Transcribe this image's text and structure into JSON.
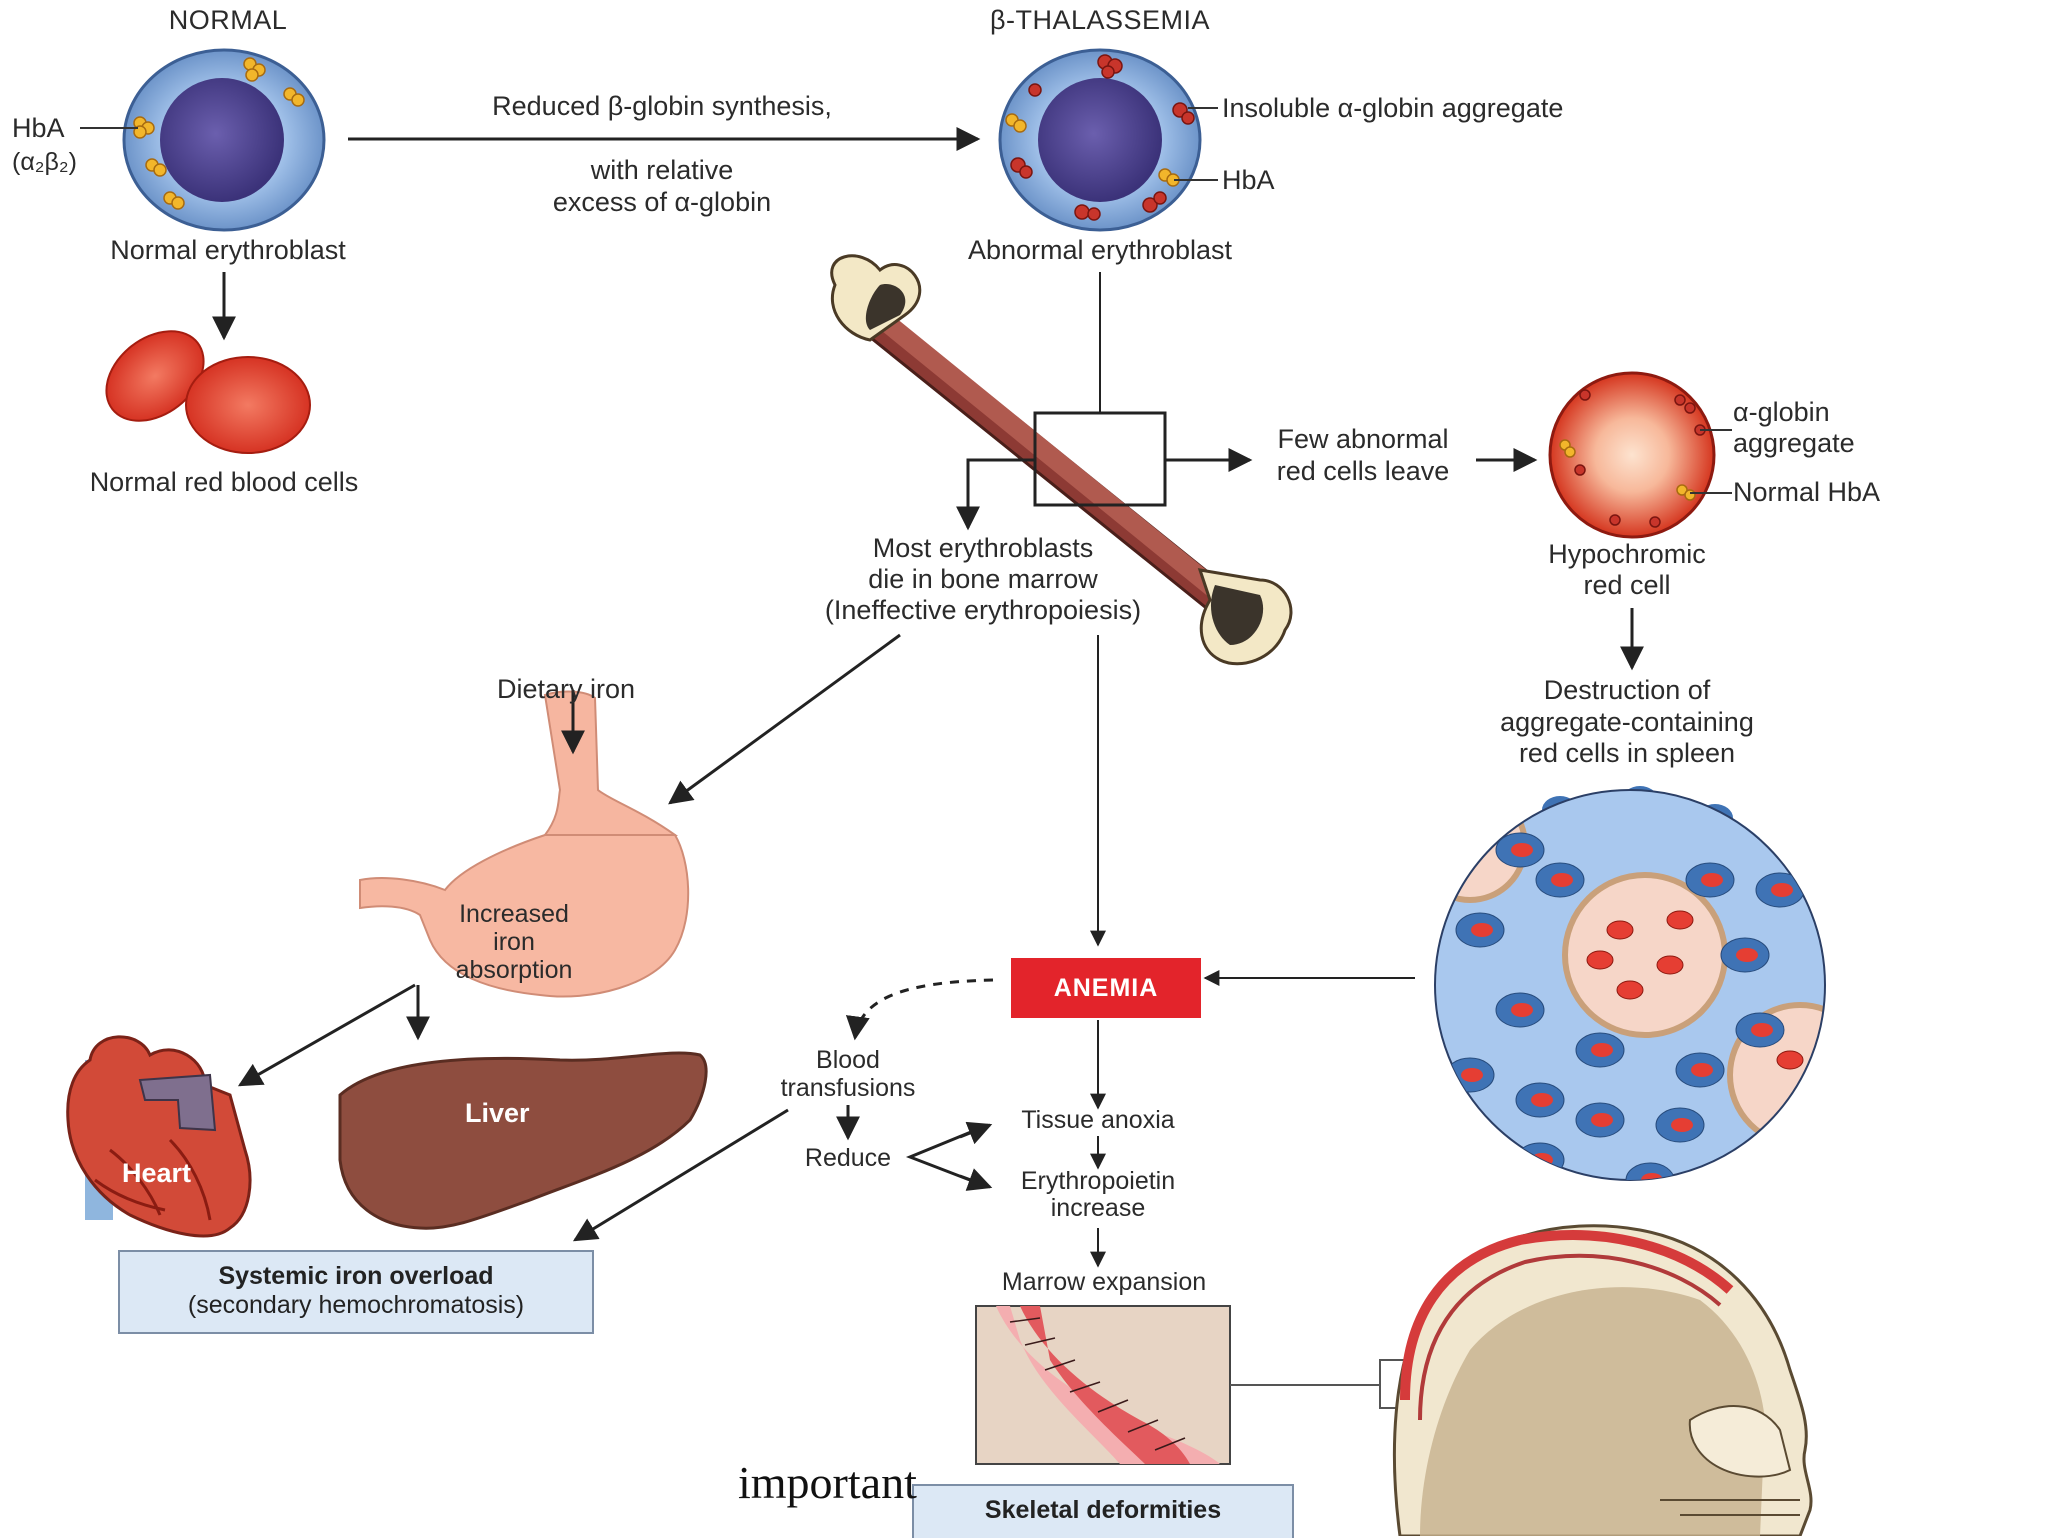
{
  "headers": {
    "normal": "NORMAL",
    "thalassemia": "β-THALASSEMIA"
  },
  "normal_cell": {
    "hba_label": "HbA",
    "hba_formula": "(α₂β₂)",
    "caption": "Normal erythroblast",
    "rbc_caption": "Normal red blood cells"
  },
  "process": {
    "line1": "Reduced β-globin synthesis,",
    "line2": "with relative",
    "line3": "excess of α-globin"
  },
  "abnormal_cell": {
    "aggregate_label": "Insoluble α-globin aggregate",
    "hba_label": "HbA",
    "caption": "Abnormal erythroblast"
  },
  "marrow": {
    "few_leave_1": "Few abnormal",
    "few_leave_2": "red cells leave",
    "die_1": "Most erythroblasts",
    "die_2": "die in bone marrow",
    "die_3": "(Ineffective erythropoiesis)"
  },
  "hypochromic": {
    "aggregate_1": "α-globin",
    "aggregate_2": "aggregate",
    "normal_hba": "Normal HbA",
    "caption_1": "Hypochromic",
    "caption_2": "red cell"
  },
  "spleen": {
    "line1": "Destruction of",
    "line2": "aggregate-containing",
    "line3": "red cells in spleen"
  },
  "iron": {
    "dietary": "Dietary iron",
    "absorption_1": "Increased",
    "absorption_2": "iron",
    "absorption_3": "absorption",
    "liver": "Liver",
    "heart": "Heart",
    "overload_1": "Systemic iron overload",
    "overload_2": "(secondary hemochromatosis)"
  },
  "anemia": {
    "label": "ANEMIA",
    "transfusion_1": "Blood",
    "transfusion_2": "transfusions",
    "reduce": "Reduce",
    "anoxia": "Tissue anoxia",
    "epo_1": "Erythropoietin",
    "epo_2": "increase",
    "expansion": "Marrow expansion",
    "skeletal": "Skeletal deformities"
  },
  "footnote": "important",
  "colors": {
    "anemia_box": "#e3242b",
    "note_box": "#dce8f5",
    "cell_blue": "#9cc0e8",
    "nucleus": "#4a3f86",
    "rbc_red": "#e2452f"
  }
}
